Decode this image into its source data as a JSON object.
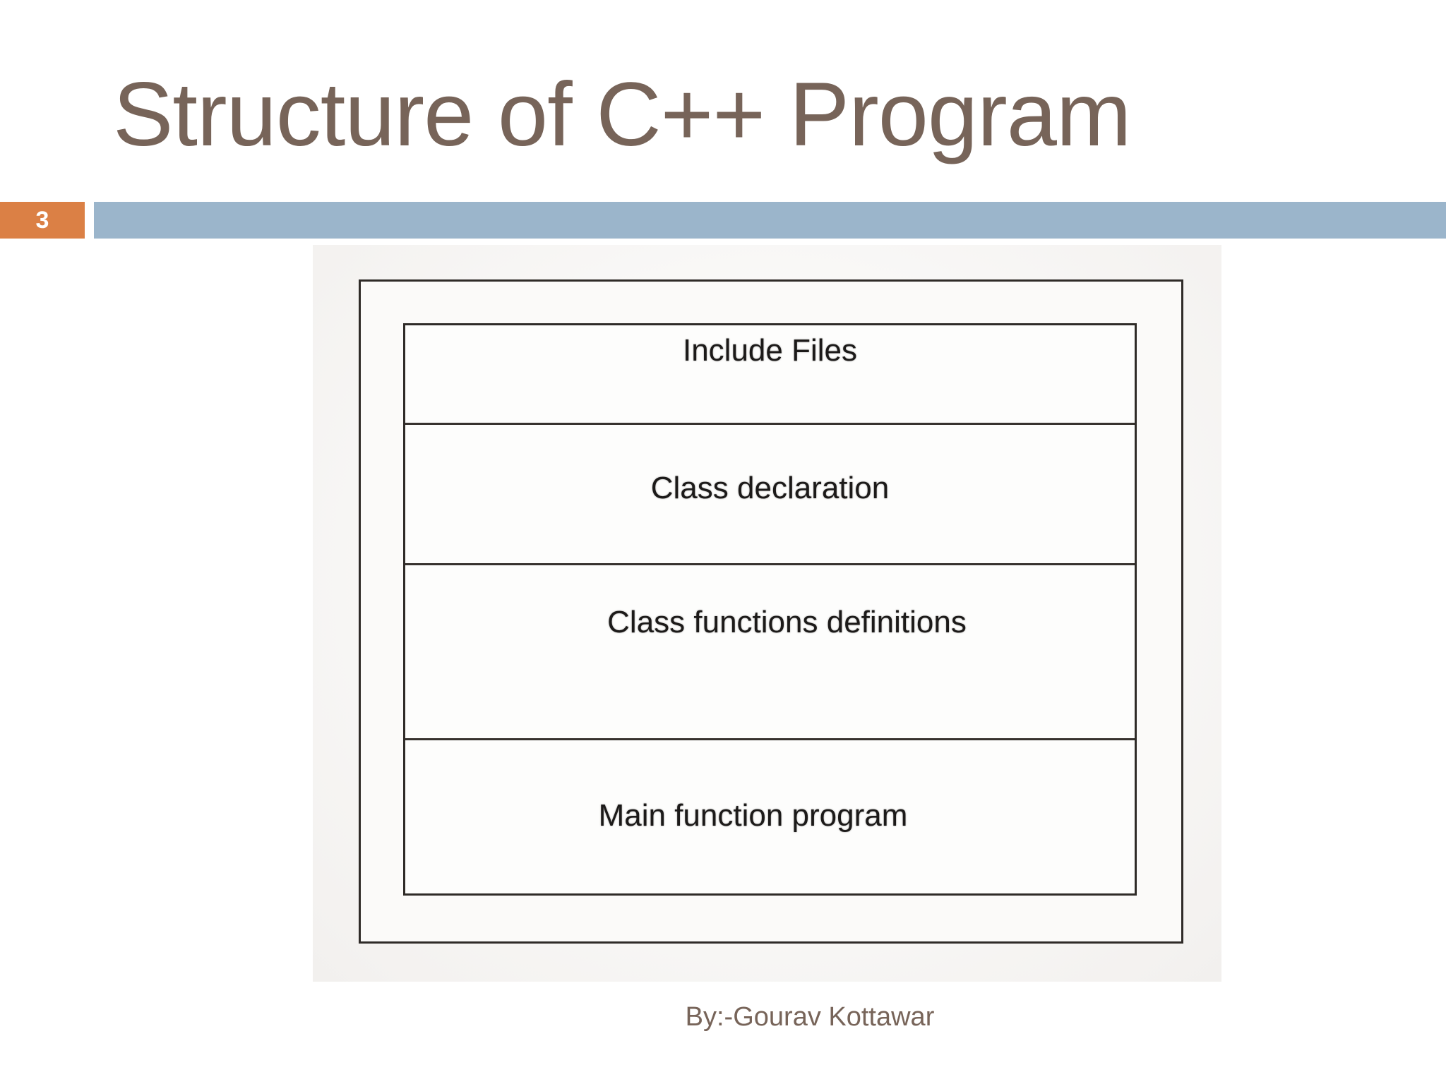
{
  "slide": {
    "title": "Structure of C++ Program",
    "slide_number": "3",
    "footer": "By:-Gourav Kottawar"
  },
  "diagram": {
    "rows": [
      {
        "label": "Include Files"
      },
      {
        "label": "Class declaration"
      },
      {
        "label": "Class functions definitions"
      },
      {
        "label": "Main function program"
      }
    ]
  },
  "colors": {
    "accent_orange": "#DB8045",
    "accent_blue": "#9BB5CB",
    "title_brown": "#776459",
    "box_border": "#2F2B28",
    "label_text": "#1C1A19",
    "photo_background": "#F2F0EE"
  }
}
